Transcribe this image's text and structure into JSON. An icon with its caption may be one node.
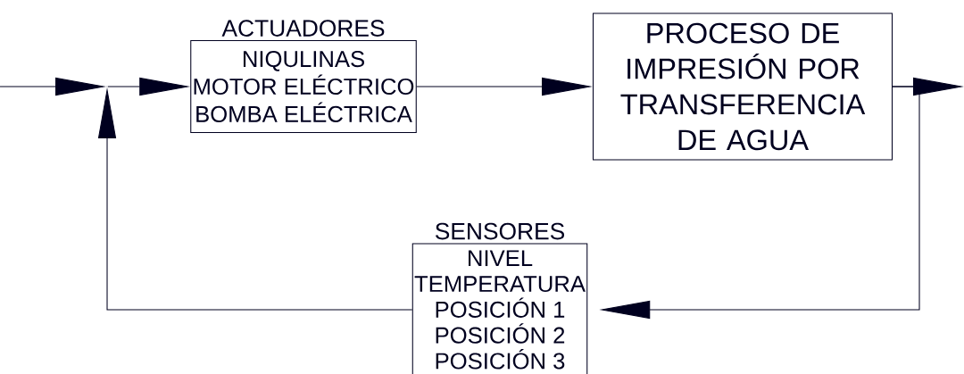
{
  "diagram": {
    "nodes": [
      {
        "text": [
          "ACTUADORES",
          "NIQULINAS",
          "MOTOR ELÉCTRICO",
          "BOMBA ELÉCTRICA"
        ]
      },
      {
        "text": [
          "PROCESO DE IMPRESIÓN POR TRANSFERENCIA DE AGUA"
        ]
      },
      {
        "text": [
          "SENSORES",
          "NIVEL",
          "TEMPERATURA",
          "POSICIÓN 1",
          "POSICIÓN 2",
          "POSICIÓN 3"
        ]
      },
      {
        "text": [],
        "shape": "point"
      }
    ],
    "edges": [
      {
        "from": null,
        "to": 3,
        "arrow": "to"
      },
      {
        "from": 3,
        "to": 0,
        "arrow": "to"
      },
      {
        "from": 0,
        "to": 1,
        "arrow": "to"
      },
      {
        "from": 1,
        "to": null,
        "arrow": "to"
      },
      {
        "from": 1,
        "to": 2,
        "arrow": "to"
      },
      {
        "from": 2,
        "to": 3,
        "arrow": "to"
      }
    ]
  }
}
